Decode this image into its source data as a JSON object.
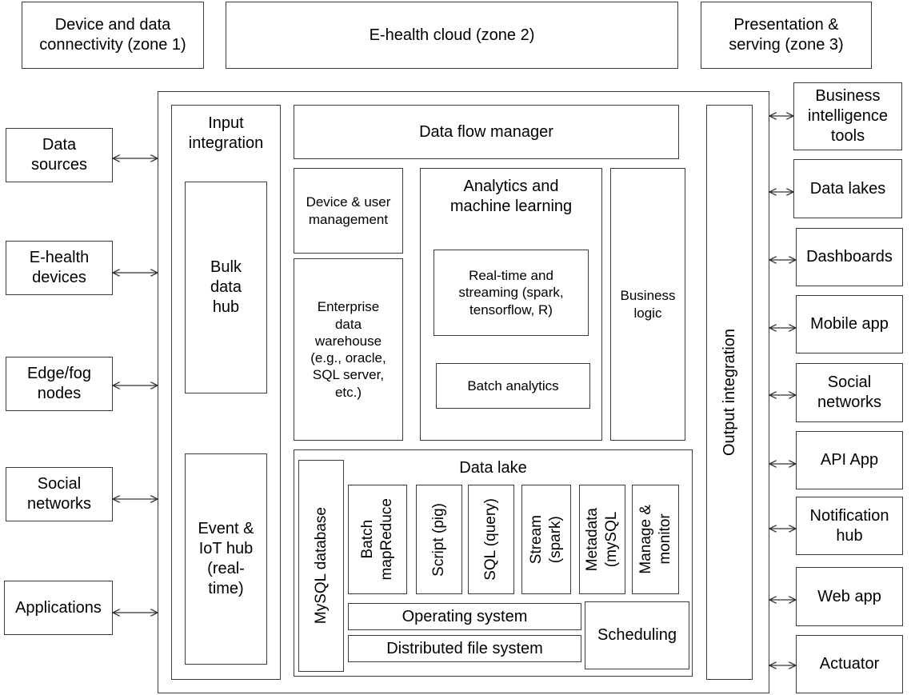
{
  "zones": {
    "zone1": "Device and data\nconnectivity (zone 1)",
    "zone2": "E-health cloud (zone 2)",
    "zone3": "Presentation &\nserving (zone 3)"
  },
  "left_nodes": [
    "Data\nsources",
    "E-health\ndevices",
    "Edge/fog\nnodes",
    "Social\nnetworks",
    "Applications"
  ],
  "right_nodes": [
    "Business\nintelligence\ntools",
    "Data lakes",
    "Dashboards",
    "Mobile app",
    "Social\nnetworks",
    "API App",
    "Notification\nhub",
    "Web app",
    "Actuator"
  ],
  "input_integration": {
    "title": "Input\nintegration",
    "bulk_hub": "Bulk\ndata\nhub",
    "event_hub": "Event &\nIoT hub\n(real-\ntime)"
  },
  "data_flow_manager": "Data flow manager",
  "device_user_mgmt": "Device & user\nmanagement",
  "enterprise_dw": "Enterprise\ndata\nwarehouse\n(e.g., oracle,\nSQL server,\netc.)",
  "analytics": {
    "title": "Analytics and\nmachine learning",
    "realtime": "Real-time and\nstreaming (spark,\ntensorflow, R)",
    "batch": "Batch analytics"
  },
  "business_logic": "Business\nlogic",
  "output_integration": "Output  integration",
  "data_lake": {
    "title": "Data lake",
    "mysql": "MySQL database",
    "modules": [
      "Batch\nmapReduce",
      "Script (pig)",
      "SQL (query)",
      "Stream\n(spark)",
      "Metadata\n(mySQL",
      "Manage &\nmonitor"
    ],
    "os": "Operating system",
    "dfs": "Distributed file system",
    "scheduling": "Scheduling"
  }
}
